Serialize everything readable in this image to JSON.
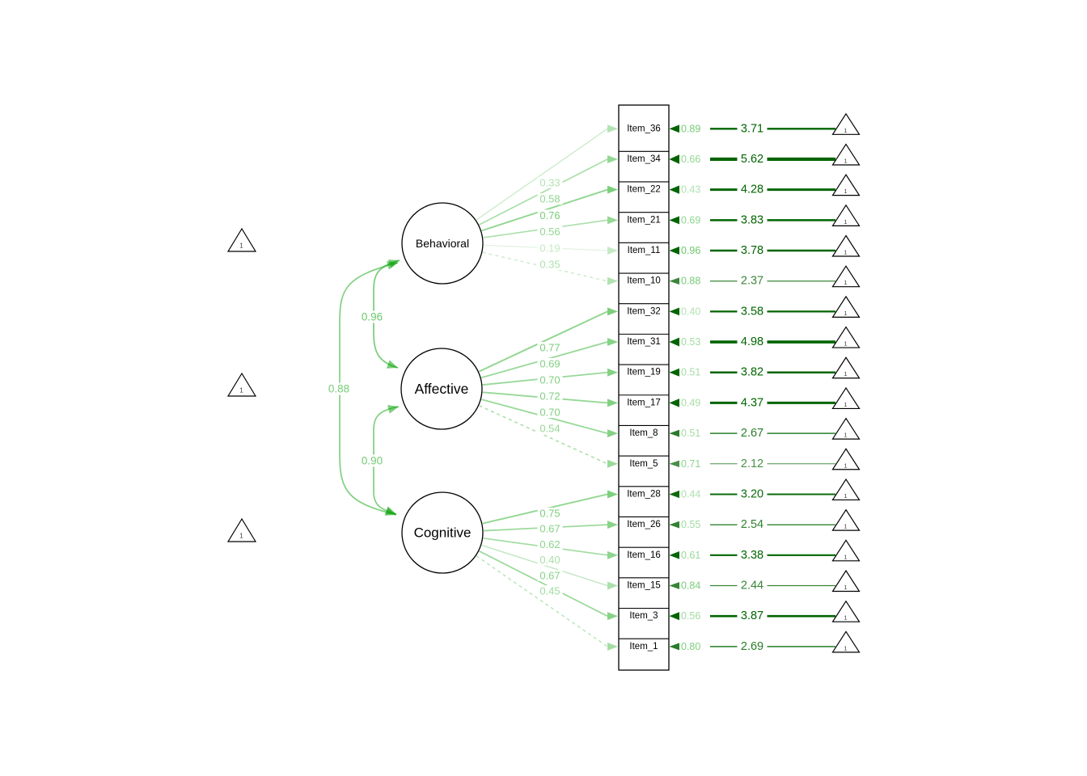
{
  "diagram": {
    "type": "sem-path-diagram",
    "constant_label": "1",
    "left_constant_triangles": 3,
    "colors": {
      "positive_light_green": "#00a000",
      "positive_dark_green": "#006400",
      "node_border": "#000000",
      "background": "#ffffff",
      "triangle_one_text": "#3a3a3a"
    },
    "factors": [
      {
        "name": "Behavioral",
        "loadings": [
          {
            "value": "0.33",
            "item": "Item_36",
            "dashed": false
          },
          {
            "value": "0.58",
            "item": "Item_34",
            "dashed": false
          },
          {
            "value": "0.76",
            "item": "Item_22",
            "dashed": false
          },
          {
            "value": "0.56",
            "item": "Item_21",
            "dashed": false
          },
          {
            "value": "0.19",
            "item": "Item_11",
            "dashed": false
          },
          {
            "value": "0.35",
            "item": "Item_10",
            "dashed": true
          }
        ]
      },
      {
        "name": "Affective",
        "loadings": [
          {
            "value": "0.77",
            "item": "Item_32",
            "dashed": false
          },
          {
            "value": "0.69",
            "item": "Item_31",
            "dashed": false
          },
          {
            "value": "0.70",
            "item": "Item_19",
            "dashed": false
          },
          {
            "value": "0.72",
            "item": "Item_17",
            "dashed": false
          },
          {
            "value": "0.70",
            "item": "Item_8",
            "dashed": false
          },
          {
            "value": "0.54",
            "item": "Item_5",
            "dashed": true
          }
        ]
      },
      {
        "name": "Cognitive",
        "loadings": [
          {
            "value": "0.75",
            "item": "Item_28",
            "dashed": false
          },
          {
            "value": "0.67",
            "item": "Item_26",
            "dashed": false
          },
          {
            "value": "0.62",
            "item": "Item_16",
            "dashed": false
          },
          {
            "value": "0.40",
            "item": "Item_15",
            "dashed": false
          },
          {
            "value": "0.67",
            "item": "Item_3",
            "dashed": false
          },
          {
            "value": "0.45",
            "item": "Item_1",
            "dashed": true
          }
        ]
      }
    ],
    "items": [
      {
        "label": "Item_36",
        "residual": "0.89",
        "intercept": "3.71"
      },
      {
        "label": "Item_34",
        "residual": "0.66",
        "intercept": "5.62"
      },
      {
        "label": "Item_22",
        "residual": "0.43",
        "intercept": "4.28"
      },
      {
        "label": "Item_21",
        "residual": "0.69",
        "intercept": "3.83"
      },
      {
        "label": "Item_11",
        "residual": "0.96",
        "intercept": "3.78"
      },
      {
        "label": "Item_10",
        "residual": "0.88",
        "intercept": "2.37"
      },
      {
        "label": "Item_32",
        "residual": "0.40",
        "intercept": "3.58"
      },
      {
        "label": "Item_31",
        "residual": "0.53",
        "intercept": "4.98"
      },
      {
        "label": "Item_19",
        "residual": "0.51",
        "intercept": "3.82"
      },
      {
        "label": "Item_17",
        "residual": "0.49",
        "intercept": "4.37"
      },
      {
        "label": "Item_8",
        "residual": "0.51",
        "intercept": "2.67"
      },
      {
        "label": "Item_5",
        "residual": "0.71",
        "intercept": "2.12"
      },
      {
        "label": "Item_28",
        "residual": "0.44",
        "intercept": "3.20"
      },
      {
        "label": "Item_26",
        "residual": "0.55",
        "intercept": "2.54"
      },
      {
        "label": "Item_16",
        "residual": "0.61",
        "intercept": "3.38"
      },
      {
        "label": "Item_15",
        "residual": "0.84",
        "intercept": "2.44"
      },
      {
        "label": "Item_3",
        "residual": "0.56",
        "intercept": "3.87"
      },
      {
        "label": "Item_1",
        "residual": "0.80",
        "intercept": "2.69"
      }
    ],
    "correlations": [
      {
        "value": "0.96",
        "from": "Behavioral",
        "to": "Affective"
      },
      {
        "value": "0.88",
        "from": "Behavioral",
        "to": "Cognitive"
      },
      {
        "value": "0.90",
        "from": "Affective",
        "to": "Cognitive"
      }
    ]
  }
}
